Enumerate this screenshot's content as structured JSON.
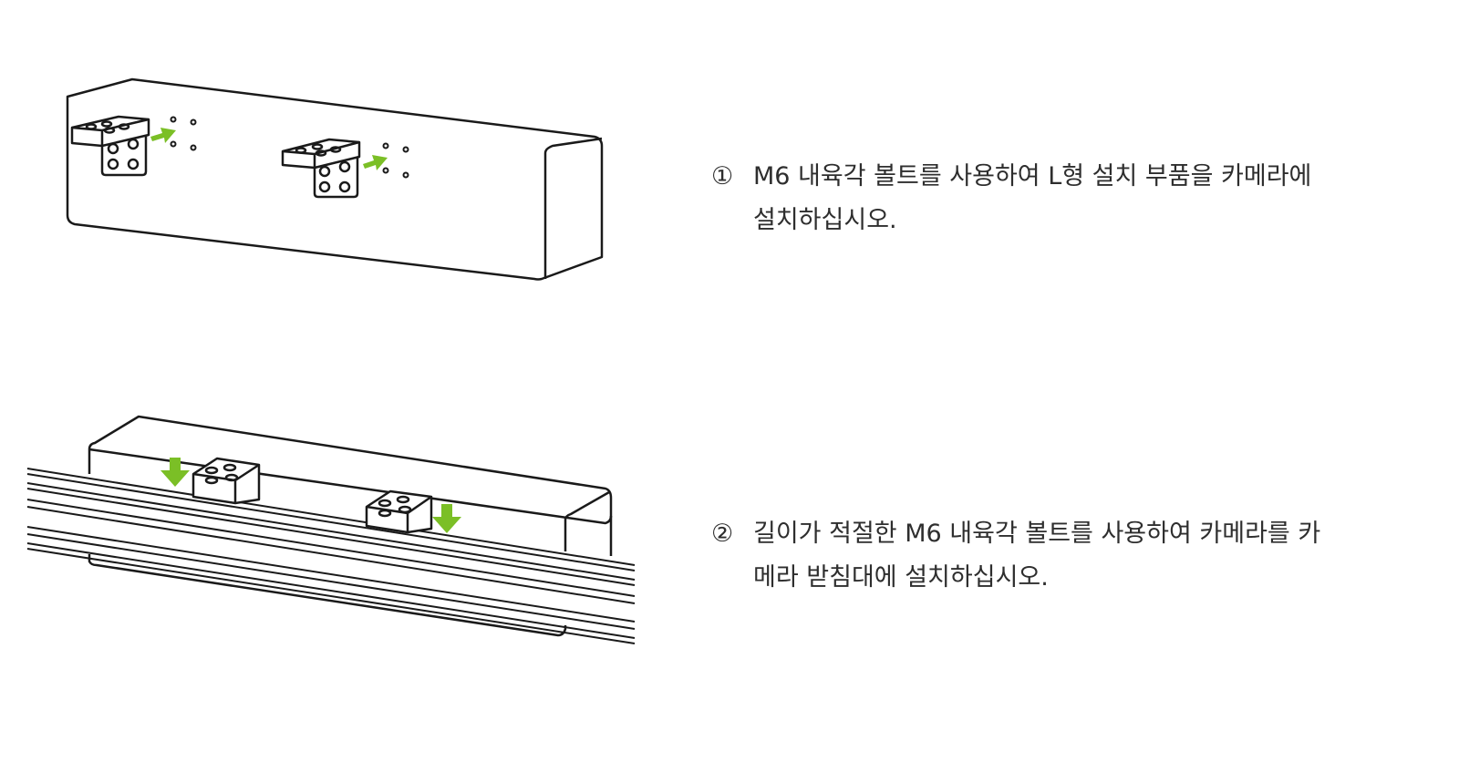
{
  "steps": [
    {
      "number": "①",
      "lines": [
        "M6 내육각 볼트를 사용하여 L형 설치 부품을 카메라에",
        "설치하십시오."
      ]
    },
    {
      "number": "②",
      "lines": [
        "길이가 적절한 M6 내육각 볼트를 사용하여 카메라를 카",
        "메라 받침대에 설치하십시오."
      ]
    }
  ],
  "colors": {
    "line": "#1a1a1a",
    "arrow": "#7bbf26",
    "text": "#2e2e2e"
  },
  "icons": [
    "l-bracket-icon",
    "green-arrow-icon",
    "mounting-rail-icon"
  ]
}
